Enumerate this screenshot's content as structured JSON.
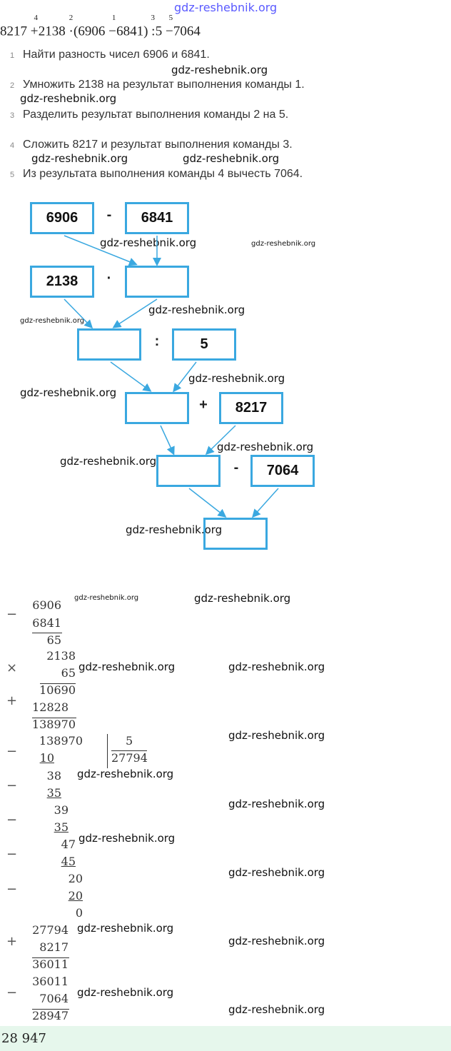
{
  "watermark": "gdz-reshebnik.org",
  "expression": {
    "parts": [
      "8217",
      "+",
      "2138",
      "·",
      "(6906",
      "−",
      "6841)",
      ":",
      "5",
      "−",
      "7064"
    ],
    "order": [
      "4",
      "2",
      "1",
      "3",
      "5"
    ]
  },
  "steps": [
    {
      "n": "1",
      "text": "Найти разность чисел 6906 и 6841."
    },
    {
      "n": "2",
      "text": "Умножить 2138 на результат выполнения команды 1."
    },
    {
      "n": "3",
      "text": "Разделить результат выполнения команды 2 на 5."
    },
    {
      "n": "4",
      "text": "Сложить 8217 и результат выполнения команды 3."
    },
    {
      "n": "5",
      "text": "Из результата выполнения команды 4 вычесть 7064."
    }
  ],
  "diagram": {
    "r1": {
      "a": "6906",
      "op": "-",
      "b": "6841"
    },
    "r2": {
      "a": "2138",
      "op": "·",
      "b": ""
    },
    "r3": {
      "a": "",
      "op": ":",
      "b": "5"
    },
    "r4": {
      "a": "",
      "op": "+",
      "b": "8217"
    },
    "r5": {
      "a": "",
      "op": "-",
      "b": "7064"
    },
    "r6": {
      "a": ""
    }
  },
  "calc": {
    "sub1": {
      "sign": "−",
      "a": "6906",
      "b": "6841",
      "r": "65"
    },
    "mul": {
      "sign": "×",
      "a": "2138",
      "b": "65",
      "p1": "10690",
      "sign2": "+",
      "p2": "12828",
      "r": "138970"
    },
    "div": {
      "dividend": "138970",
      "divisor": "5",
      "quotient": "27794",
      "sign": "−",
      "steps": [
        "10",
        "38",
        "35",
        "39",
        "35",
        "47",
        "45",
        "20",
        "20",
        "0"
      ]
    },
    "add": {
      "sign": "+",
      "a": "27794",
      "b": "8217",
      "r": "36011"
    },
    "sub2": {
      "sign": "−",
      "a": "36011",
      "b": "7064",
      "r": "28947"
    }
  },
  "answer": "28 947"
}
